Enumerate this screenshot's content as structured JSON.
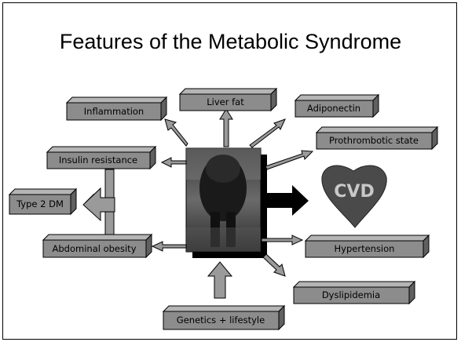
{
  "slide": {
    "title": "Features of the Metabolic Syndrome"
  },
  "boxes": {
    "inflammation": "Inflammation",
    "liver_fat": "Liver fat",
    "adiponectin": "Adiponectin",
    "insulin_resistance": "Insulin resistance",
    "prothrombotic_state": "Prothrombotic state",
    "type2dm": "Type 2 DM",
    "abdominal_obesity": "Abdominal obesity",
    "hypertension": "Hypertension",
    "dyslipidemia": "Dyslipidemia",
    "genetics_lifestyle": "Genetics + lifestyle"
  },
  "outcome": {
    "cvd": "CVD"
  },
  "colors": {
    "box_front": "#8c8c8c",
    "box_top": "#b5b5b5",
    "box_side": "#606060",
    "arrow_fill": "#9a9a9a",
    "heart": "#4a4a4a",
    "cvd_text": "#c8c8c8"
  }
}
